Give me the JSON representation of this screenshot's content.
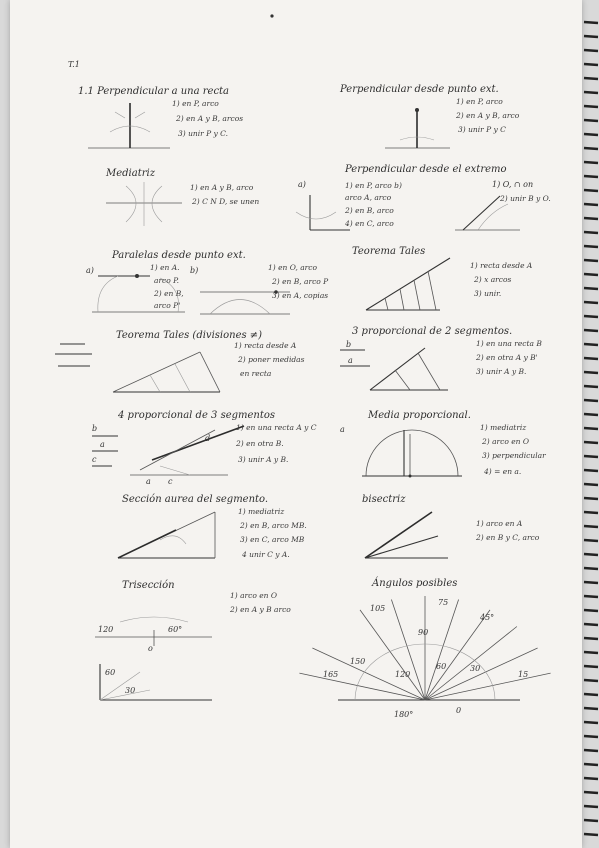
{
  "page_label": "T.1",
  "sections": {
    "perp_recta": {
      "title": "1.1 Perpendicular a una recta",
      "steps": [
        "1) en P, arco",
        "2) en A y B, arcos",
        "3) unir P y C."
      ]
    },
    "perp_punto": {
      "title": "Perpendicular desde punto ext.",
      "steps": [
        "1) en P, arco",
        "2) en A y B, arco",
        "3) unir P y C"
      ]
    },
    "mediatriz": {
      "title": "Mediatriz",
      "steps": [
        "1) en A y B, arco",
        "2) C N D, se unen"
      ]
    },
    "perp_extremo": {
      "title": "Perpendicular desde el extremo",
      "label_a": "a)",
      "steps_a": [
        "1) en P, arco b)",
        "arco A, arco",
        "2) en B, arco",
        "4) en C, arco"
      ],
      "label_b": "1) O, ∩ on",
      "step_b2": "2) unir B y O."
    },
    "paralelas": {
      "title": "Paralelas desde punto ext.",
      "label_a": "a)",
      "label_b": "b)",
      "steps_a": [
        "1) en A.",
        "arco P.",
        "2) en B,",
        "arco P'"
      ],
      "steps_b": [
        "1) en O, arco",
        "2) en B, arco P",
        "3) en A, copias"
      ]
    },
    "tales": {
      "title": "Teorema Tales",
      "steps": [
        "1) recta desde A",
        "2) x arcos",
        "3) unir."
      ]
    },
    "tales_div": {
      "title": "Teorema Tales (divisiones ≠)",
      "steps": [
        "1) recta desde A",
        "2) poner medidas",
        "en recta"
      ]
    },
    "cuarta2": {
      "title": "3 proporcional de 2 segmentos.",
      "seg_b": "b",
      "seg_a": "a",
      "steps": [
        "1) en una recta B",
        "2) en otra A y B'",
        "3) unir A y B."
      ]
    },
    "cuarta3": {
      "title": "4 proporcional de 3 segmentos",
      "seg_b": "b",
      "seg_a": "a",
      "seg_c": "c",
      "seg_d": "d",
      "pt_a": "a",
      "pt_c": "c",
      "line_a": "a",
      "steps": [
        "1) en una recta A y C",
        "2) en otra B.",
        "3) unir A y B."
      ]
    },
    "media": {
      "title": "Media proporcional.",
      "steps": [
        "1) mediatriz",
        "2) arco en O",
        "3) perpendicular",
        "4) = en a."
      ]
    },
    "aurea": {
      "title": "Sección aurea del segmento.",
      "steps": [
        "1) mediatriz",
        "2) en B, arco MB.",
        "3) en C, arco MB",
        "4 unir C y A."
      ]
    },
    "bisectriz": {
      "title": "bisectriz",
      "steps": [
        "1) arco en A",
        "2) en B y C, arco"
      ]
    },
    "triseccion": {
      "title": "Trisección",
      "steps": [
        "1) arco en O",
        "2) en A y B arco"
      ],
      "angles": [
        "120",
        "60°",
        "60",
        "30"
      ],
      "pt_o": "o"
    },
    "angulos": {
      "title": "Ángulos posibles",
      "labels": [
        "165",
        "150",
        "120",
        "90",
        "75",
        "60",
        "45°",
        "30",
        "15",
        "105",
        "180°",
        "0"
      ]
    }
  },
  "colors": {
    "paper": "#f5f3f0",
    "ink": "#2c2c2c",
    "pencil": "#555555"
  }
}
